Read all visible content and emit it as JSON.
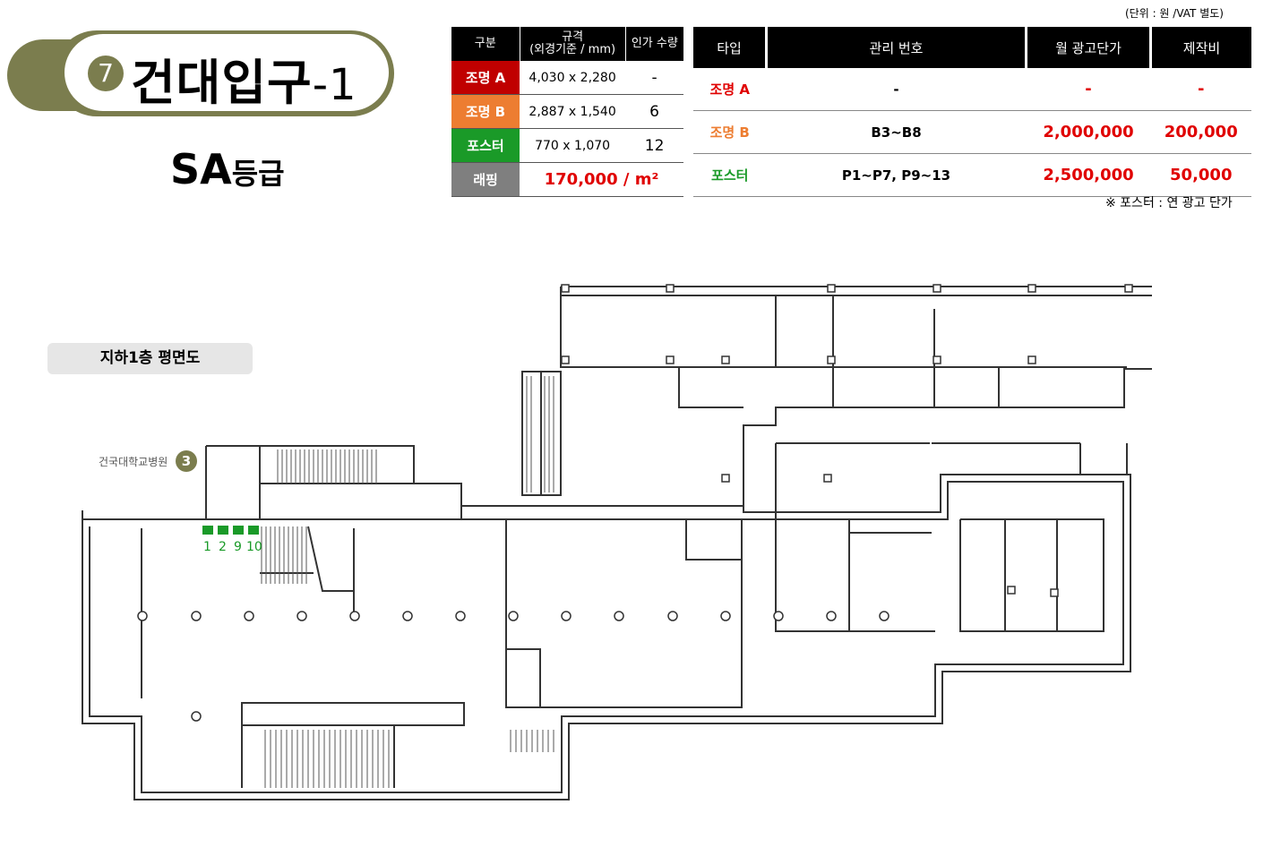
{
  "title": {
    "number": "7",
    "name": "건대입구",
    "suffix": "-1"
  },
  "grade": {
    "main": "SA",
    "small": "등급"
  },
  "spec_table": {
    "headers": {
      "type": "구분",
      "spec_line1": "규격",
      "spec_line2": "(외경기준 / mm)",
      "approved": "인가 수량"
    },
    "rows": [
      {
        "type": "조명 A",
        "spec": "4,030 x 2,280",
        "qty": "-"
      },
      {
        "type": "조명 B",
        "spec": "2,887 x 1,540",
        "qty": "6"
      },
      {
        "type": "포스터",
        "spec": "770 x 1,070",
        "qty": "12"
      }
    ],
    "wrapping": {
      "type": "래핑",
      "price": "170,000 / m²"
    }
  },
  "price_table": {
    "unit_note": "(단위 : 원 /VAT 별도)",
    "headers": {
      "type": "타입",
      "id": "관리 번호",
      "monthly": "월 광고단가",
      "production": "제작비"
    },
    "rows": [
      {
        "type": "조명 A",
        "id": "-",
        "monthly": "-",
        "production": "-"
      },
      {
        "type": "조명 B",
        "id": "B3~B8",
        "monthly": "2,000,000",
        "production": "200,000"
      },
      {
        "type": "포스터",
        "id": "P1~P7, P9~13",
        "monthly": "2,500,000",
        "production": "50,000"
      }
    ],
    "note": "※ 포스터 : 연 광고 단가"
  },
  "floor_label": "지하1층 평면도",
  "hospital": {
    "label": "건국대학교병원",
    "exit_number": "3"
  },
  "poster_markers": [
    "1",
    "2",
    "9",
    "10"
  ],
  "colors": {
    "badge": "#7b7d4e",
    "light_a": "#c00000",
    "light_b": "#ed7d31",
    "poster": "#1a9a28",
    "wrapping": "#7f7f7f",
    "price": "#e00000"
  }
}
